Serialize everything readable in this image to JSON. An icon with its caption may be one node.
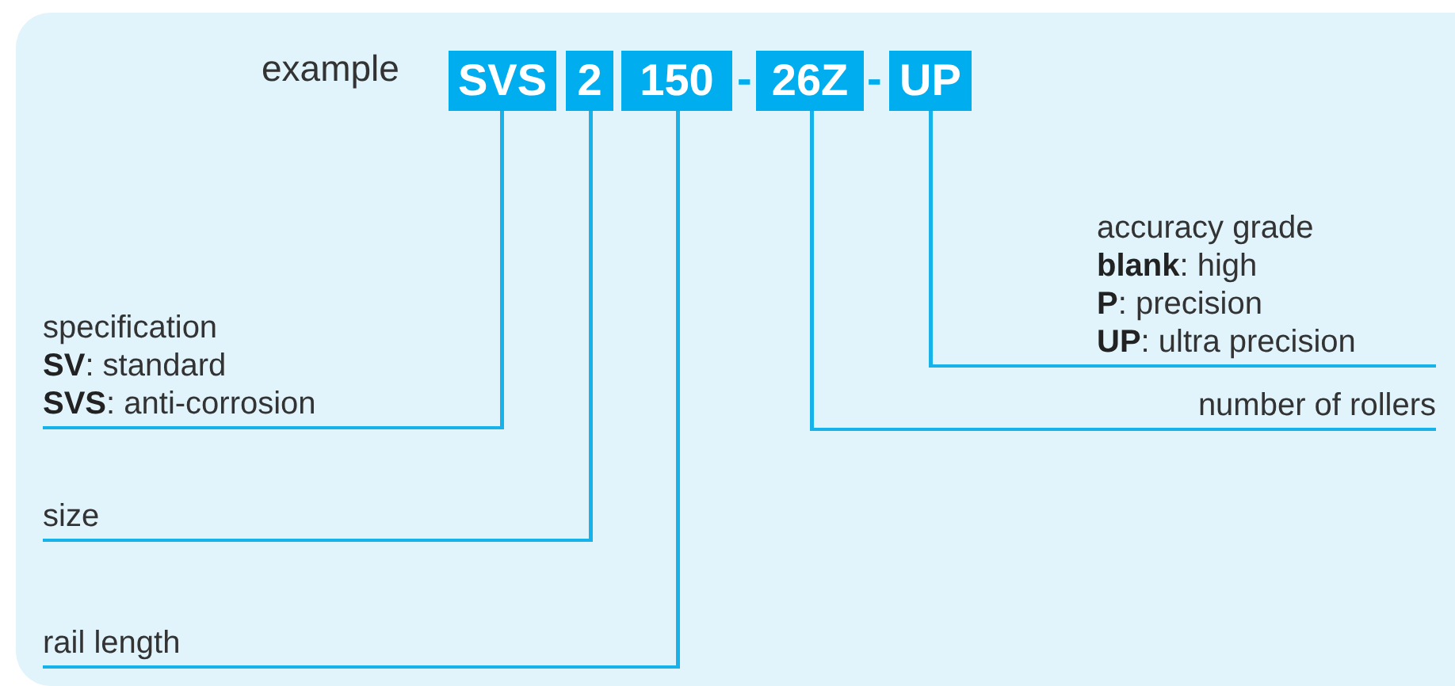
{
  "diagram": {
    "nodes": [
      {
        "text": [
          "SVS"
        ]
      },
      {
        "text": [
          "2"
        ]
      },
      {
        "text": [
          "150"
        ]
      },
      {
        "text": [
          "26Z"
        ]
      },
      {
        "text": [
          "UP"
        ]
      },
      {
        "text": [
          "accuracy grade",
          "**blank**: high",
          "**P**: precision",
          "**UP**: ultra precision"
        ]
      },
      {
        "text": [
          "number of rollers"
        ]
      },
      {
        "text": [
          "specification",
          "**SV**: standard",
          "**SVS**: anti-corrosion"
        ]
      },
      {
        "text": [
          "size"
        ]
      },
      {
        "text": [
          "rail length"
        ]
      }
    ],
    "edges": [
      {
        "from": 4,
        "to": 5,
        "arrow": "none"
      },
      {
        "from": 3,
        "to": 6,
        "arrow": "none"
      },
      {
        "from": 0,
        "to": 7,
        "arrow": "none"
      },
      {
        "from": 1,
        "to": 8,
        "arrow": "none"
      },
      {
        "from": 2,
        "to": 9,
        "arrow": "none"
      }
    ],
    "labels": [
      "example",
      "-",
      "-"
    ]
  }
}
